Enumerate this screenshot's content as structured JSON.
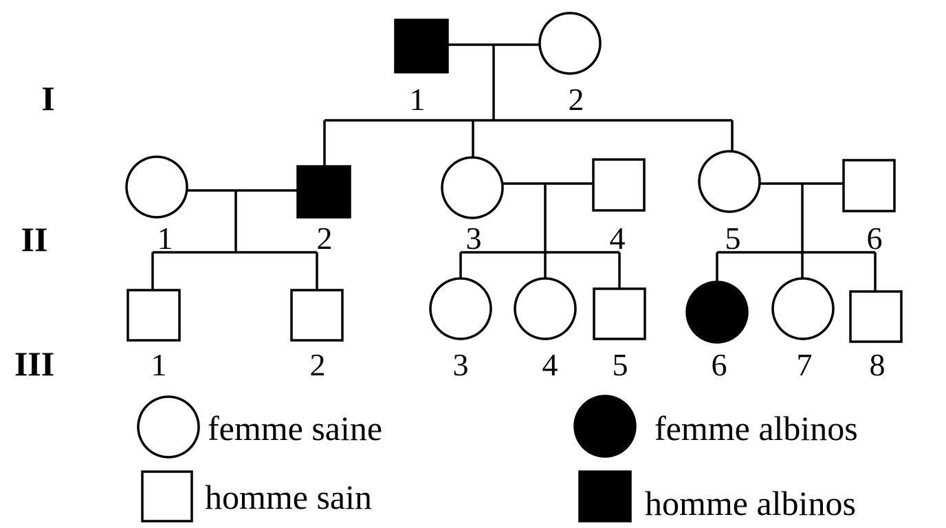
{
  "generations": [
    "I",
    "II",
    "III"
  ],
  "individuals": {
    "I1": {
      "number": "1",
      "sex": "male",
      "affected": true
    },
    "I2": {
      "number": "2",
      "sex": "female",
      "affected": false
    },
    "II1": {
      "number": "1",
      "sex": "female",
      "affected": false
    },
    "II2": {
      "number": "2",
      "sex": "male",
      "affected": true
    },
    "II3": {
      "number": "3",
      "sex": "female",
      "affected": false
    },
    "II4": {
      "number": "4",
      "sex": "male",
      "affected": false
    },
    "II5": {
      "number": "5",
      "sex": "female",
      "affected": false
    },
    "II6": {
      "number": "6",
      "sex": "male",
      "affected": false
    },
    "III1": {
      "number": "1",
      "sex": "male",
      "affected": false
    },
    "III2": {
      "number": "2",
      "sex": "male",
      "affected": false
    },
    "III3": {
      "number": "3",
      "sex": "female",
      "affected": false
    },
    "III4": {
      "number": "4",
      "sex": "female",
      "affected": false
    },
    "III5": {
      "number": "5",
      "sex": "male",
      "affected": false
    },
    "III6": {
      "number": "6",
      "sex": "female",
      "affected": true
    },
    "III7": {
      "number": "7",
      "sex": "female",
      "affected": false
    },
    "III8": {
      "number": "8",
      "sex": "male",
      "affected": false
    }
  },
  "legend": {
    "healthy_female": "femme saine",
    "healthy_male": "homme sain",
    "affected_female": "femme albinos",
    "affected_male": "homme albinos"
  },
  "colors": {
    "affected_fill": "#000000",
    "unaffected_fill": "#ffffff",
    "stroke": "#000000"
  }
}
